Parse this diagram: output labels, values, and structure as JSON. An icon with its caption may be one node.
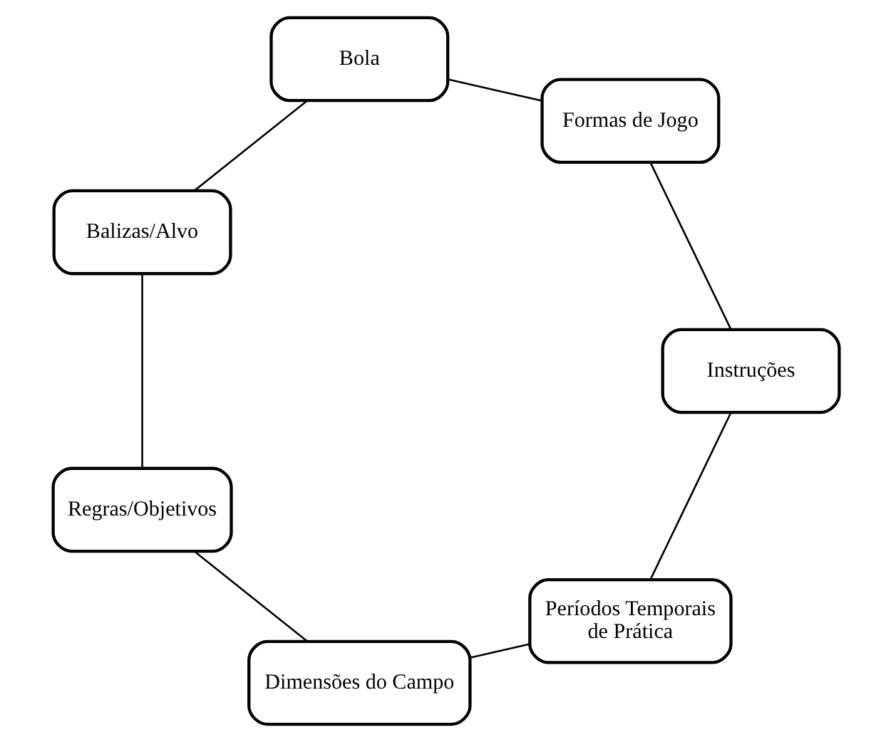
{
  "diagram": {
    "nodes": [
      {
        "text": [
          "Períodos Temporais de Prática"
        ]
      },
      {
        "text": [
          "Instruções"
        ]
      },
      {
        "text": [
          "Dimensões do Campo"
        ]
      },
      {
        "text": [
          "Formas de Jogo"
        ]
      },
      {
        "text": [
          "Regras/Objetivos"
        ]
      },
      {
        "text": [
          "Bola"
        ]
      },
      {
        "text": [
          "Balizas/Alvo"
        ]
      }
    ],
    "edges": [
      {
        "from": 0,
        "to": 2,
        "arrow": "none"
      },
      {
        "from": 2,
        "to": 4,
        "arrow": "none"
      },
      {
        "from": 4,
        "to": 6,
        "arrow": "none"
      },
      {
        "from": 6,
        "to": 5,
        "arrow": "none"
      },
      {
        "from": 5,
        "to": 3,
        "arrow": "none"
      },
      {
        "from": 3,
        "to": 1,
        "arrow": "none"
      },
      {
        "from": 1,
        "to": 0,
        "arrow": "none"
      }
    ]
  }
}
